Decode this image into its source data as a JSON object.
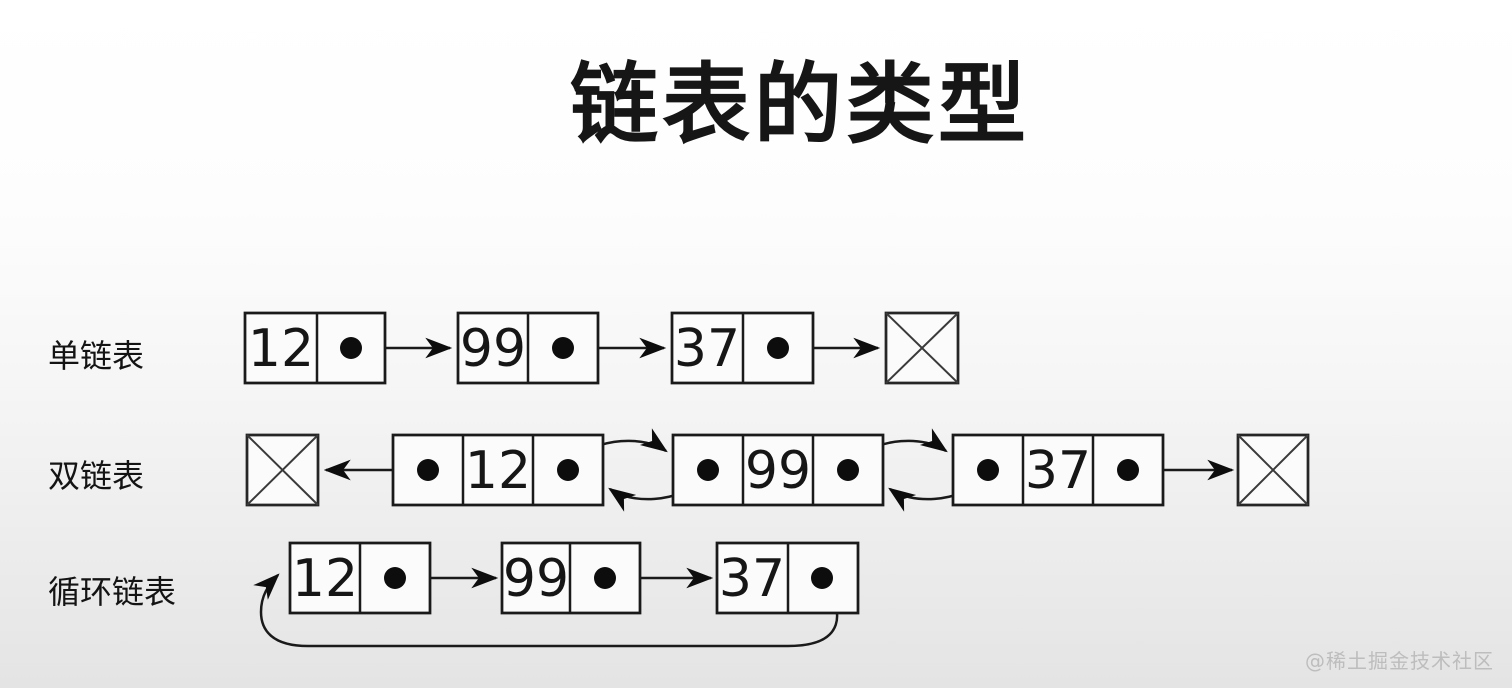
{
  "title": "链表的类型",
  "watermark": "@稀土掘金技术社区",
  "colors": {
    "stroke": "#1a1a1a",
    "box_fill": "#fbfbfb",
    "background_top": "#ffffff",
    "background_bottom": "#e4e4e4",
    "watermark_text": "#bdbdbd"
  },
  "diagram": {
    "rows": [
      {
        "label": "单链表",
        "type": "singly-linked-list",
        "values": [
          "12",
          "99",
          "37"
        ],
        "null_tail": true
      },
      {
        "label": "双链表",
        "type": "doubly-linked-list",
        "values": [
          "12",
          "99",
          "37"
        ],
        "null_head": true,
        "null_tail": true
      },
      {
        "label": "循环链表",
        "type": "circular-linked-list",
        "values": [
          "12",
          "99",
          "37"
        ],
        "loops_back_to_head": true
      }
    ]
  }
}
